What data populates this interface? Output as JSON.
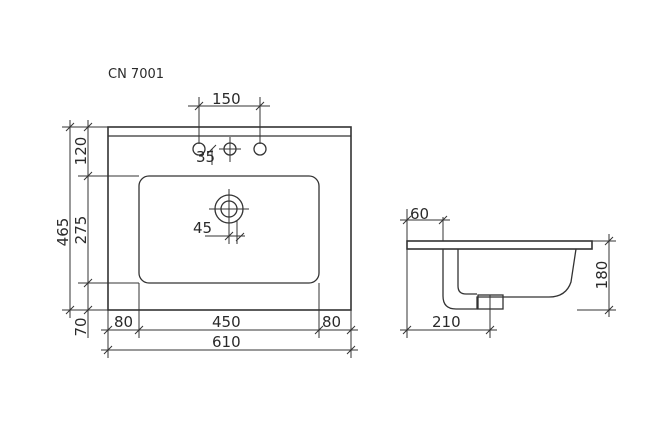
{
  "title": "CN 7001",
  "top_view": {
    "faucet_spacing": "150",
    "faucet_offset": "35",
    "drain_offset": "45",
    "left_dims": {
      "total_depth": "465",
      "back_ledge": "120",
      "bowl_depth": "275",
      "front_lip": "70"
    },
    "bottom_dims": {
      "left_margin": "80",
      "bowl_width": "450",
      "right_margin": "80",
      "total_width": "610"
    }
  },
  "side_view": {
    "rim_depth": "60",
    "bowl_height": "180",
    "drain_position": "210"
  }
}
